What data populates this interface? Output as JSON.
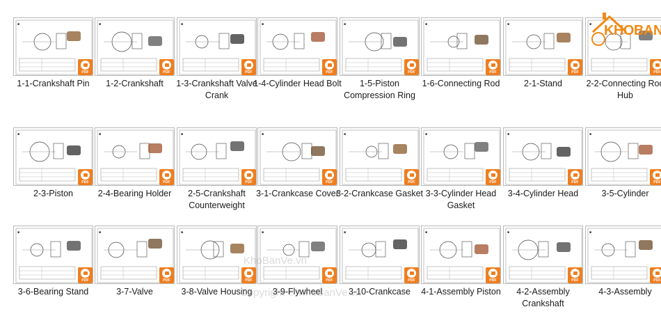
{
  "logo": {
    "text": "KHOBANVE"
  },
  "watermarks": {
    "site": "KhoBanVe.vn",
    "copyright": "Copyright © KhoBanVe.vn"
  },
  "badge_text": "PDF",
  "items": [
    {
      "label": "1-1-Crankshaft Pin"
    },
    {
      "label": "1-2-Crankshaft"
    },
    {
      "label": "1-3-Crankshaft Valve Crank"
    },
    {
      "label": "1-4-Cylinder Head Bolt"
    },
    {
      "label": "1-5-Piston Compression Ring"
    },
    {
      "label": "1-6-Connecting Rod"
    },
    {
      "label": "2-1-Stand"
    },
    {
      "label": "2-2-Connecting Rod Hub"
    },
    {
      "label": "2-3-Piston"
    },
    {
      "label": "2-4-Bearing Holder"
    },
    {
      "label": "2-5-Crankshaft Counterweight"
    },
    {
      "label": "3-1-Crankcase Cover"
    },
    {
      "label": "3-2-Crankcase Gasket"
    },
    {
      "label": "3-3-Cylinder Head Gasket"
    },
    {
      "label": "3-4-Cylinder Head"
    },
    {
      "label": "3-5-Cylinder"
    },
    {
      "label": "3-6-Bearing Stand"
    },
    {
      "label": "3-7-Valve"
    },
    {
      "label": "3-8-Valve Housing"
    },
    {
      "label": "3-9-Flywheel"
    },
    {
      "label": "3-10-Crankcase"
    },
    {
      "label": "4-1-Assembly Piston"
    },
    {
      "label": "4-2-Assembly Crankshaft"
    },
    {
      "label": "4-3-Assembly"
    }
  ]
}
